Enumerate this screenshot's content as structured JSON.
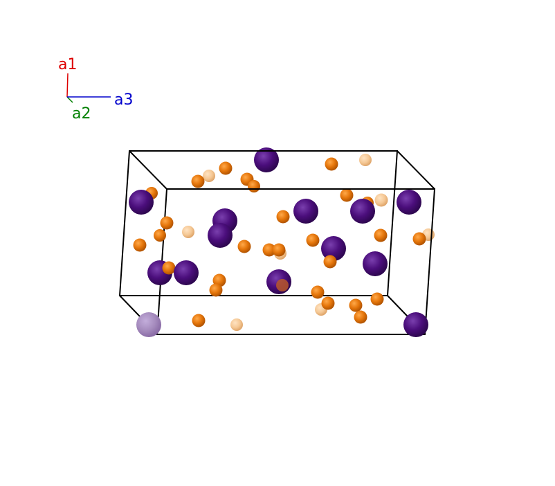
{
  "axes": {
    "a1": {
      "label": "a1",
      "color": "#dd0000"
    },
    "a2": {
      "label": "a2",
      "color": "#008000"
    },
    "a3": {
      "label": "a3",
      "color": "#0000cc"
    }
  },
  "colors": {
    "cell_edge": "#000000",
    "large_atom": "#4b0e7c",
    "large_atom_faded": "#a58bbd",
    "small_atom": "#e6770c",
    "small_atom_light": "#f5c895"
  }
}
